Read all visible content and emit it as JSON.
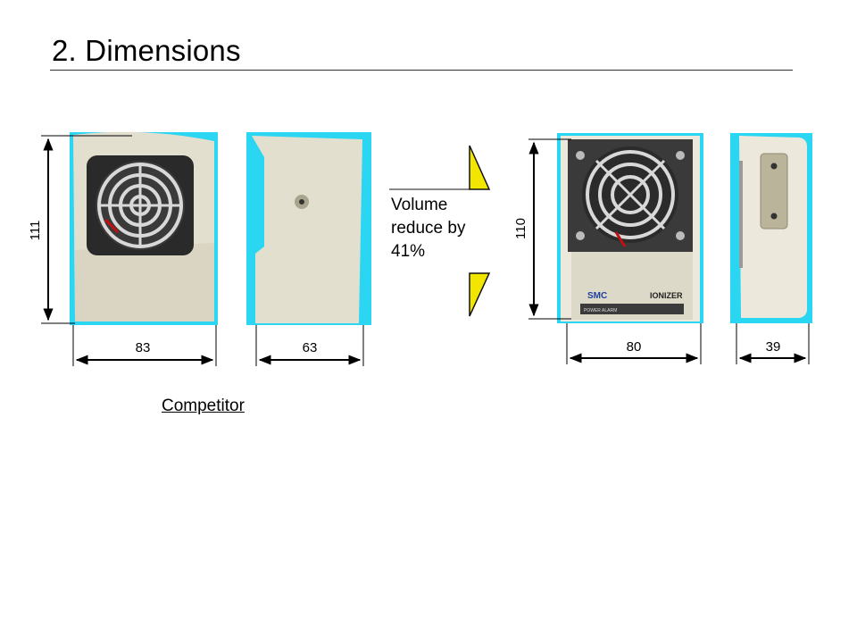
{
  "slide": {
    "title": "2. Dimensions",
    "comparison_note": "Volume reduce by 41%",
    "competitor_label": "Competitor"
  },
  "competitor_unit": {
    "height_label": "111",
    "front_width_label": "83",
    "side_depth_label": "63"
  },
  "smc_unit": {
    "height_label": "110",
    "front_width_label": "80",
    "side_depth_label": "39",
    "brand_text": "SMC",
    "product_text": "IONIZER",
    "panel_text": "POWER  ALARM"
  },
  "colors": {
    "highlight_cyan": "#2ad6f2",
    "body_beige": "#e7e4d3",
    "arrow_yellow": "#f2e600"
  }
}
